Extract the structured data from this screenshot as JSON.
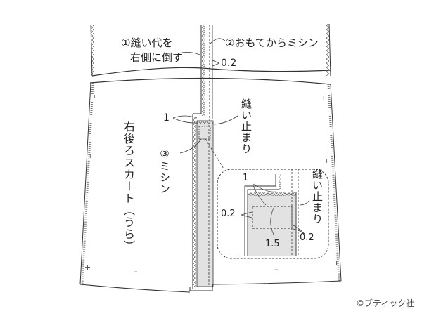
{
  "diagram": {
    "type": "sewing-instruction",
    "labels": {
      "step1_line1": "①縫い代を",
      "step1_line2": "右側に倒す",
      "step2": "②おもてからミシン",
      "top_measure": "0.2",
      "measure_1": "1",
      "stop_point": "縫い止まり",
      "step3": "③ミシン",
      "piece_name": "右後ろスカート（うら）",
      "detail_measure_1": "1",
      "detail_measure_left": "0.2",
      "detail_measure_right": "0.2",
      "detail_measure_bottom": "1.5",
      "detail_stop_point": "縫い止まり",
      "copyright": "©ブティック社"
    },
    "colors": {
      "line": "#333333",
      "shade": "#e2e2e2",
      "background": "#ffffff"
    }
  }
}
